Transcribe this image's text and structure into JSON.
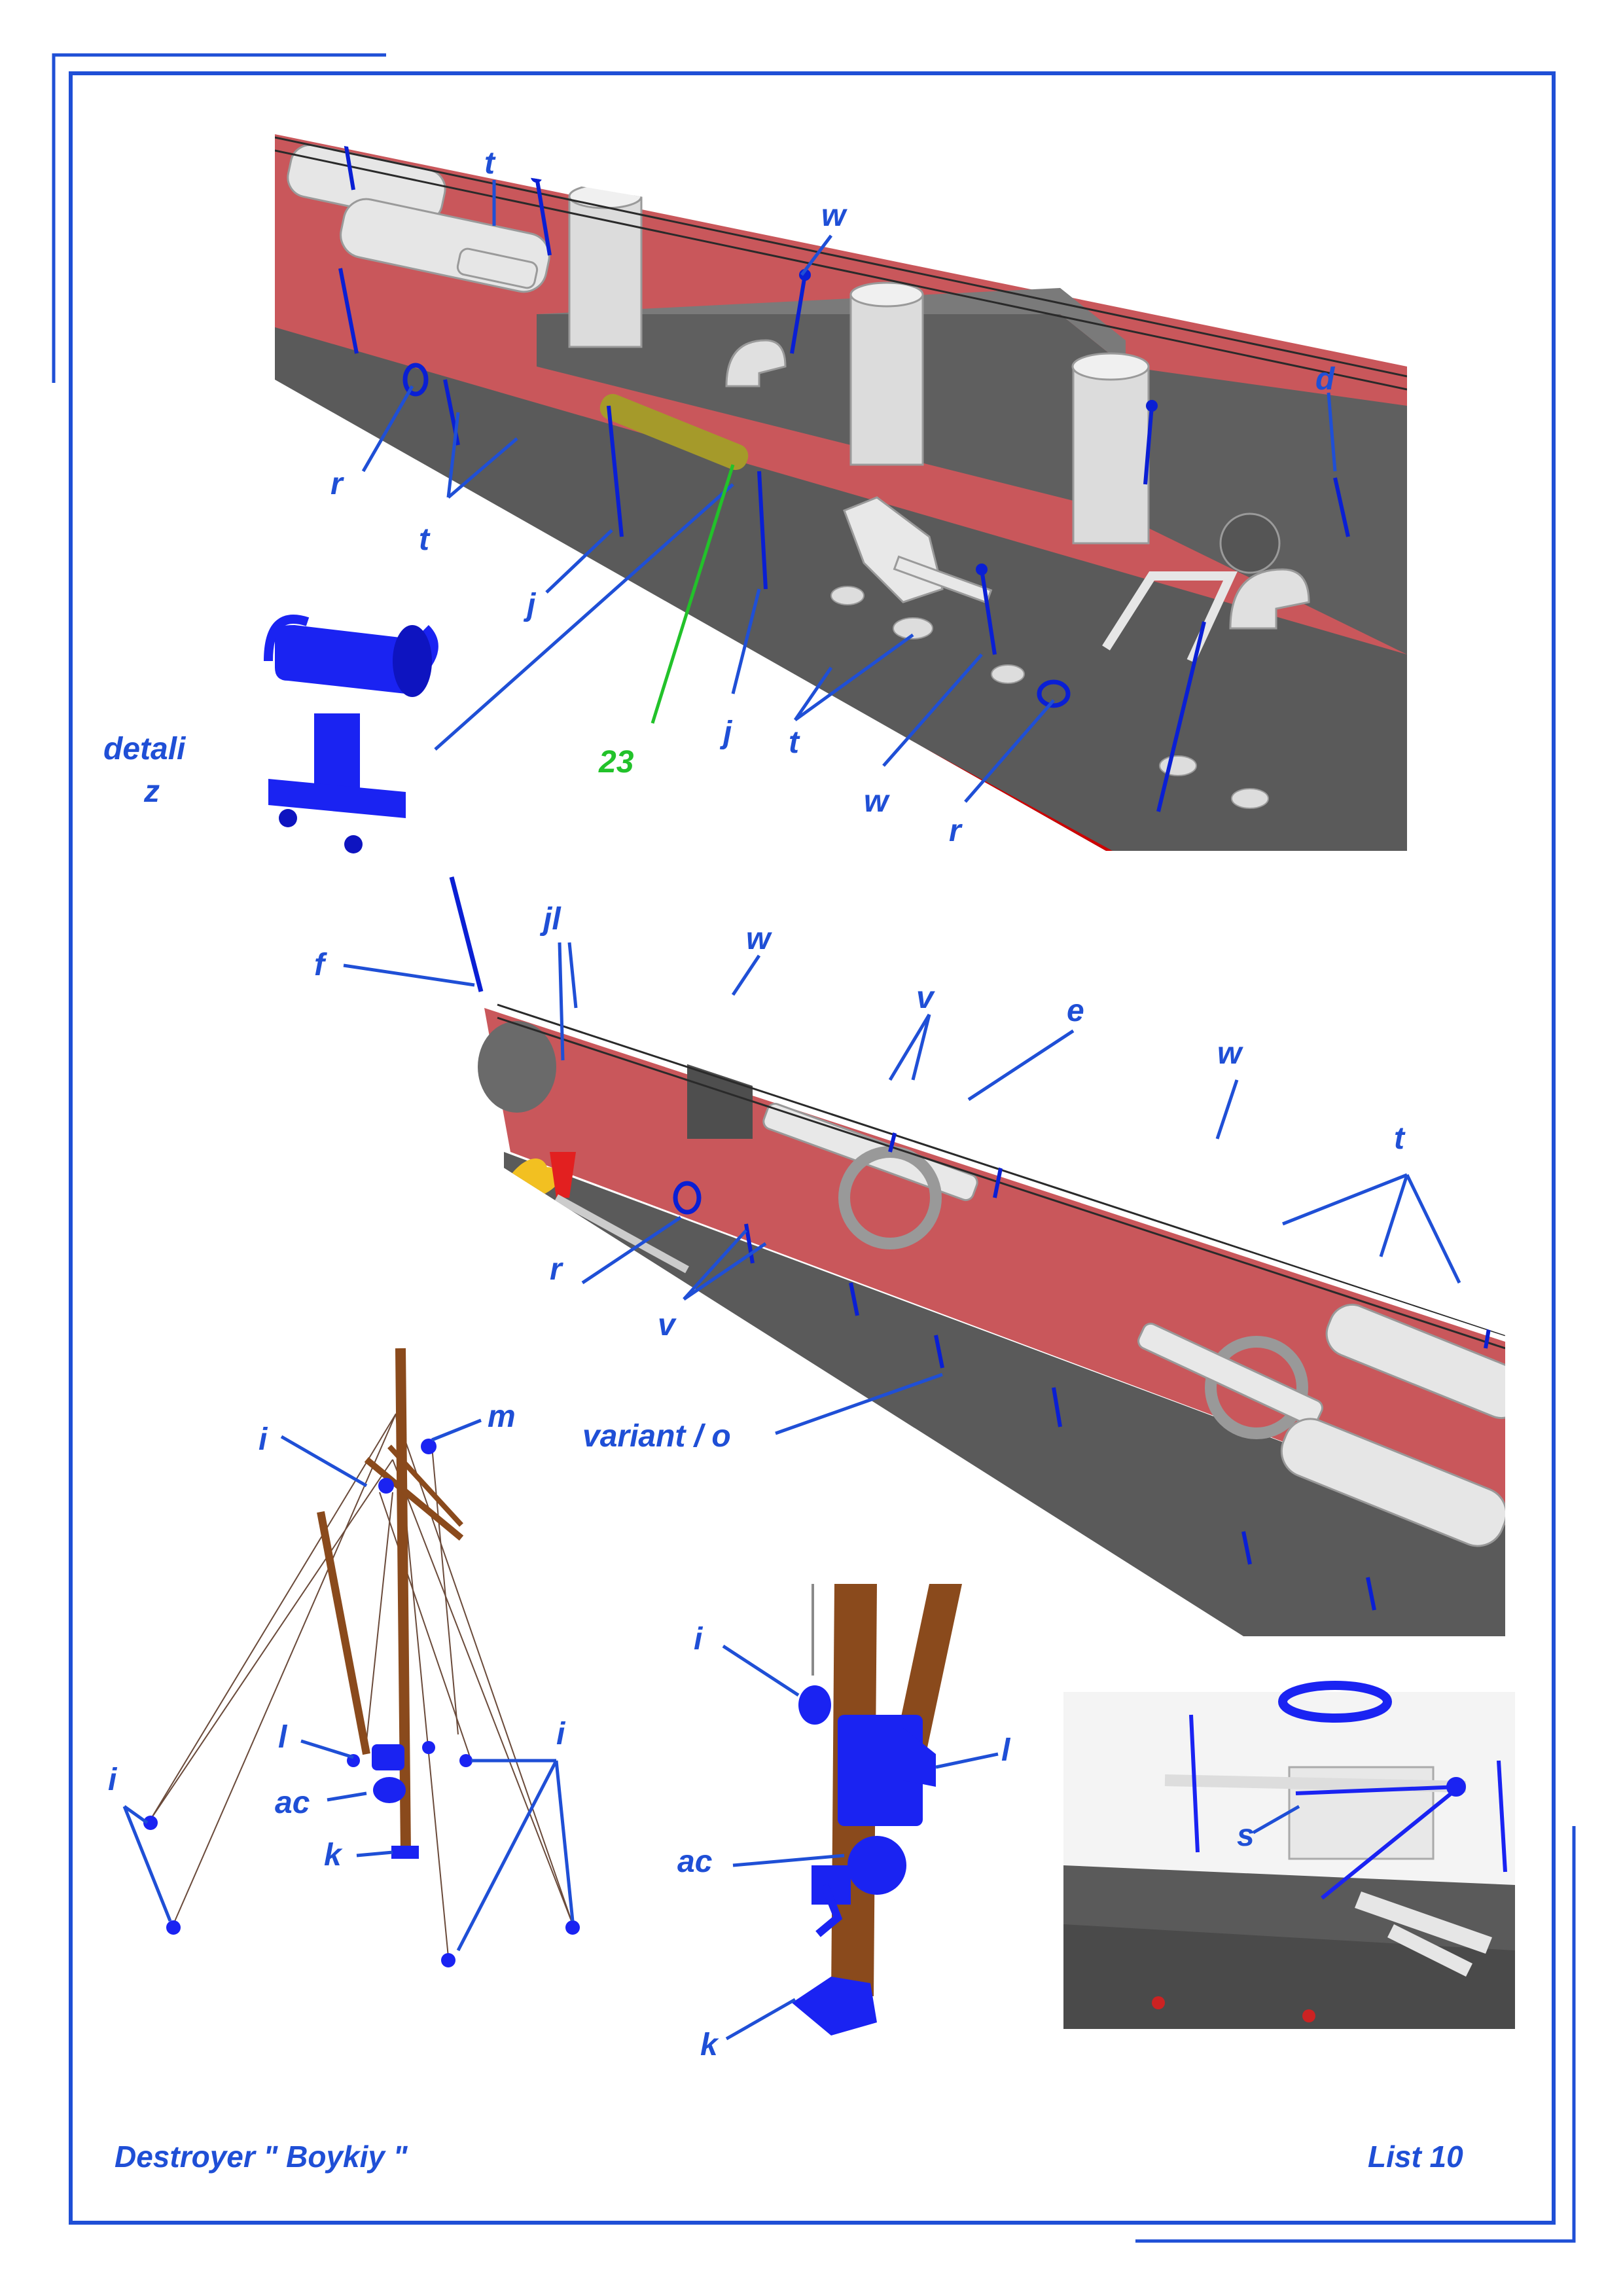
{
  "colors": {
    "frame": "#1f4fd6",
    "label": "#1f4fd6",
    "callout_part": "#22c22a",
    "hull_dark": "#585858",
    "deck_red": "#c8565a",
    "waterline": "#cc0000",
    "fitting": "#0a1fd4",
    "mast": "#8a4a1c",
    "light_part": "#e2e2e2"
  },
  "footer": {
    "title": "Destroyer  \" Boykiy \"",
    "sheet": "List 10"
  },
  "view1": {
    "labels": {
      "t": "t",
      "w": "w",
      "d": "d",
      "r": "r",
      "t2": "t",
      "j": "j",
      "part": "23",
      "j2": "j",
      "t3": "t",
      "w2": "w",
      "r2": "r"
    },
    "detail": {
      "line1": "detali",
      "line2": "z"
    }
  },
  "view2": {
    "labels": {
      "jl": "jl",
      "w": "w",
      "f": "f",
      "v": "v",
      "e": "e",
      "w2": "w",
      "t": "t",
      "r": "r",
      "v2": "v",
      "variant": "variant / o"
    }
  },
  "view3": {
    "labels": {
      "i": "i",
      "m": "m",
      "l": "l",
      "ac": "ac",
      "k": "k",
      "i2": "i",
      "i3": "i"
    }
  },
  "view4": {
    "labels": {
      "i": "i",
      "l": "l",
      "ac": "ac",
      "k": "k"
    }
  },
  "view5": {
    "labels": {
      "s": "s"
    }
  }
}
